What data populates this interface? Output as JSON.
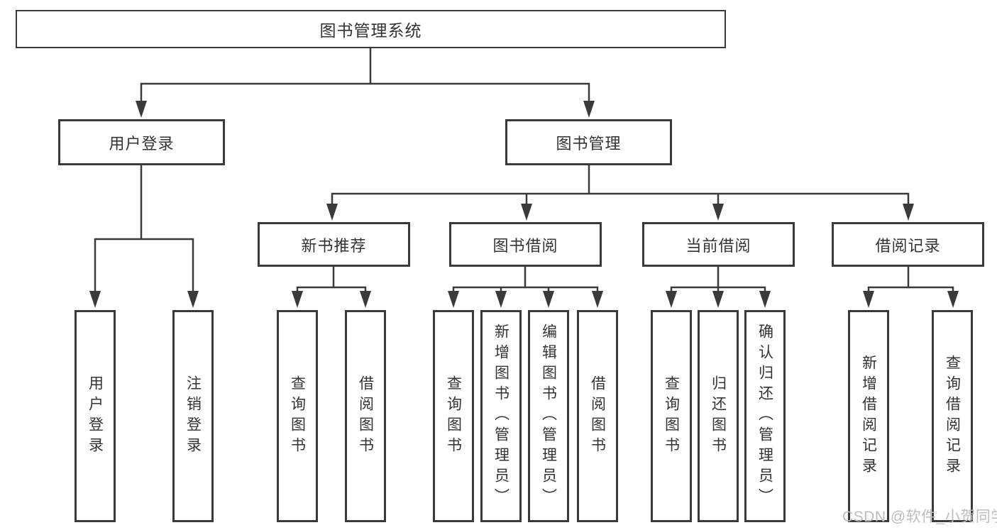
{
  "diagram": {
    "root": {
      "label": "图书管理系统"
    },
    "user_login": {
      "label": "用户登录",
      "children": [
        {
          "label": "用户登录"
        },
        {
          "label": "注销登录"
        }
      ]
    },
    "book_management": {
      "label": "图书管理",
      "sections": [
        {
          "label": "新书推荐",
          "children": [
            {
              "label": "查询图书"
            },
            {
              "label": "借阅图书"
            }
          ]
        },
        {
          "label": "图书借阅",
          "children": [
            {
              "label": "查询图书"
            },
            {
              "label": "新增图书（管理员）"
            },
            {
              "label": "编辑图书（管理员）"
            },
            {
              "label": "借阅图书"
            }
          ]
        },
        {
          "label": "当前借阅",
          "children": [
            {
              "label": "查询图书"
            },
            {
              "label": "归还图书"
            },
            {
              "label": "确认归还（管理员）"
            }
          ]
        },
        {
          "label": "借阅记录",
          "children": [
            {
              "label": "新增借阅记录"
            },
            {
              "label": "查询借阅记录"
            }
          ]
        }
      ]
    },
    "watermark": "CSDN @软件_小贺同学",
    "colors": {
      "line": "#3a3a3a",
      "text": "#333333",
      "background": "#ffffff",
      "watermark": "#bdbdbd"
    }
  }
}
